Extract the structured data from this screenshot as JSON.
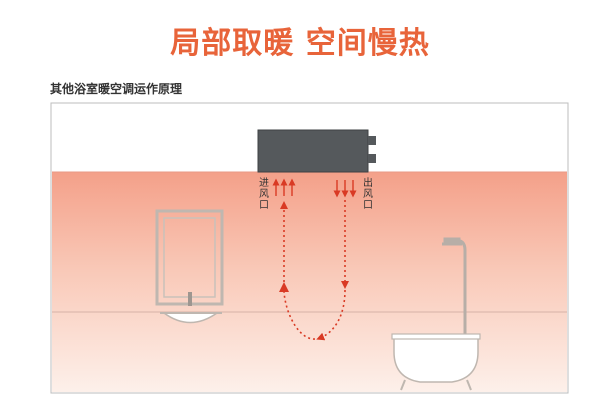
{
  "header": {
    "title": "局部取暖 空间慢热",
    "subtitle": "其他浴室暖空调运作原理"
  },
  "diagram": {
    "inlet_label": [
      "进",
      "风",
      "口"
    ],
    "outlet_label": [
      "出",
      "风",
      "口"
    ]
  },
  "colors": {
    "accent": "#e8643a",
    "warm_zone_top": "#f4a089",
    "warm_zone_bottom": "#fdebe4",
    "unit_body": "#55595c",
    "arrow": "#d93a24",
    "frame": "#bfb7b0"
  }
}
